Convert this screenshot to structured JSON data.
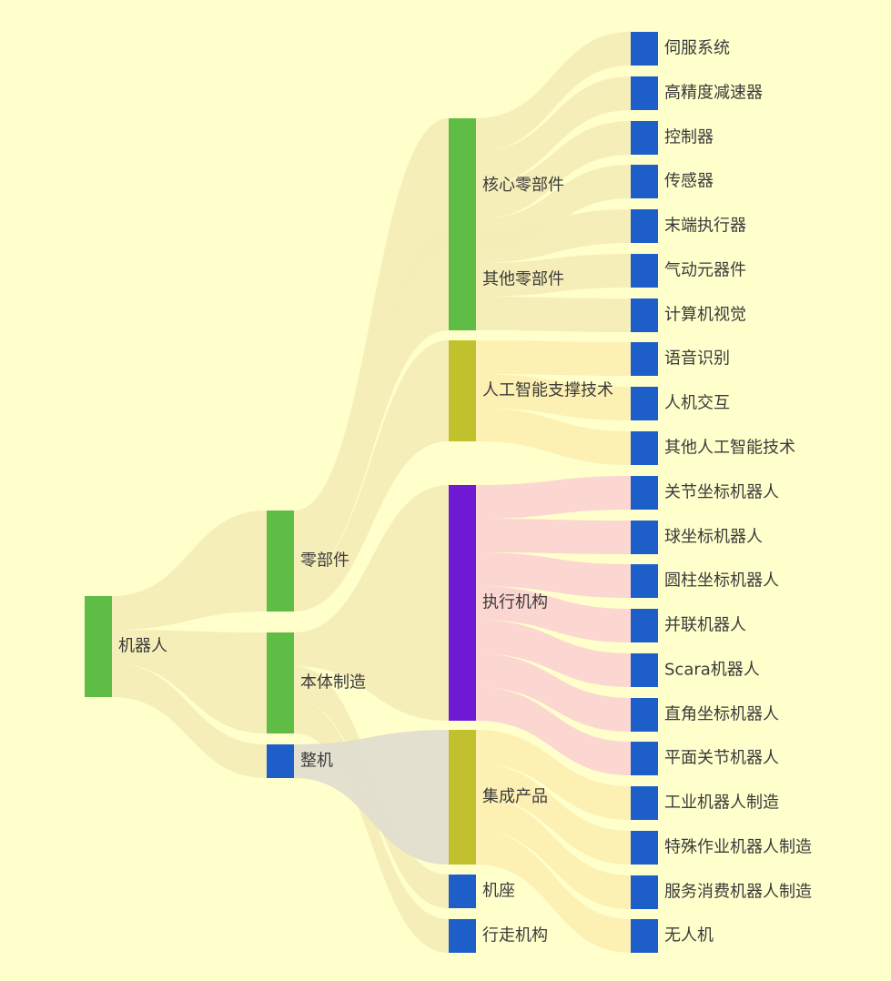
{
  "nodes": [
    {
      "id": "robot",
      "label": "机器人",
      "color": "#5fbd45"
    },
    {
      "id": "parts",
      "label": "零部件",
      "color": "#5fbd45"
    },
    {
      "id": "body",
      "label": "本体制造",
      "color": "#5fbd45"
    },
    {
      "id": "whole",
      "label": "整机",
      "color": "#1d5ec9"
    },
    {
      "id": "core",
      "label": "核心零部件",
      "color": "#5fbd45"
    },
    {
      "id": "other_parts",
      "label": "其他零部件",
      "color": "#5fbd45"
    },
    {
      "id": "ai",
      "label": "人工智能支撑技术",
      "color": "#c0c12c"
    },
    {
      "id": "exec",
      "label": "执行机构",
      "color": "#7019d5"
    },
    {
      "id": "integrated",
      "label": "集成产品",
      "color": "#c0c12c"
    },
    {
      "id": "base",
      "label": "机座",
      "color": "#1d5ec9"
    },
    {
      "id": "walking",
      "label": "行走机构",
      "color": "#1d5ec9"
    },
    {
      "id": "servo",
      "label": "伺服系统",
      "color": "#1d5ec9"
    },
    {
      "id": "reducer",
      "label": "高精度减速器",
      "color": "#1d5ec9"
    },
    {
      "id": "controller",
      "label": "控制器",
      "color": "#1d5ec9"
    },
    {
      "id": "sensor",
      "label": "传感器",
      "color": "#1d5ec9"
    },
    {
      "id": "effector",
      "label": "末端执行器",
      "color": "#1d5ec9"
    },
    {
      "id": "pneumatic",
      "label": "气动元器件",
      "color": "#1d5ec9"
    },
    {
      "id": "vision",
      "label": "计算机视觉",
      "color": "#1d5ec9"
    },
    {
      "id": "speech",
      "label": "语音识别",
      "color": "#1d5ec9"
    },
    {
      "id": "hci",
      "label": "人机交互",
      "color": "#1d5ec9"
    },
    {
      "id": "other_ai",
      "label": "其他人工智能技术",
      "color": "#1d5ec9"
    },
    {
      "id": "joint",
      "label": "关节坐标机器人",
      "color": "#1d5ec9"
    },
    {
      "id": "sphere",
      "label": "球坐标机器人",
      "color": "#1d5ec9"
    },
    {
      "id": "cylinder",
      "label": "圆柱坐标机器人",
      "color": "#1d5ec9"
    },
    {
      "id": "parallel",
      "label": "并联机器人",
      "color": "#1d5ec9"
    },
    {
      "id": "scara",
      "label": "Scara机器人",
      "color": "#1d5ec9"
    },
    {
      "id": "cartesian",
      "label": "直角坐标机器人",
      "color": "#1d5ec9"
    },
    {
      "id": "planar",
      "label": "平面关节机器人",
      "color": "#1d5ec9"
    },
    {
      "id": "industrial",
      "label": "工业机器人制造",
      "color": "#1d5ec9"
    },
    {
      "id": "special",
      "label": "特殊作业机器人制造",
      "color": "#1d5ec9"
    },
    {
      "id": "service",
      "label": "服务消费机器人制造",
      "color": "#1d5ec9"
    },
    {
      "id": "drone",
      "label": "无人机",
      "color": "#1d5ec9"
    }
  ],
  "links": [
    {
      "source": "robot",
      "target": "parts",
      "value": 1
    },
    {
      "source": "robot",
      "target": "body",
      "value": 1
    },
    {
      "source": "robot",
      "target": "whole",
      "value": 1
    },
    {
      "source": "parts",
      "target": "core",
      "value": 1
    },
    {
      "source": "parts",
      "target": "other_parts",
      "value": 1
    },
    {
      "source": "parts",
      "target": "ai",
      "value": 1
    },
    {
      "source": "body",
      "target": "exec",
      "value": 1
    },
    {
      "source": "body",
      "target": "base",
      "value": 1
    },
    {
      "source": "body",
      "target": "walking",
      "value": 1
    },
    {
      "source": "whole",
      "target": "integrated",
      "value": 1
    },
    {
      "source": "core",
      "target": "servo",
      "value": 1
    },
    {
      "source": "core",
      "target": "reducer",
      "value": 1
    },
    {
      "source": "core",
      "target": "controller",
      "value": 1
    },
    {
      "source": "core",
      "target": "sensor",
      "value": 1
    },
    {
      "source": "other_parts",
      "target": "effector",
      "value": 1
    },
    {
      "source": "other_parts",
      "target": "pneumatic",
      "value": 1
    },
    {
      "source": "other_parts",
      "target": "vision",
      "value": 1
    },
    {
      "source": "ai",
      "target": "speech",
      "value": 1
    },
    {
      "source": "ai",
      "target": "hci",
      "value": 1
    },
    {
      "source": "ai",
      "target": "other_ai",
      "value": 1
    },
    {
      "source": "exec",
      "target": "joint",
      "value": 1
    },
    {
      "source": "exec",
      "target": "sphere",
      "value": 1
    },
    {
      "source": "exec",
      "target": "cylinder",
      "value": 1
    },
    {
      "source": "exec",
      "target": "parallel",
      "value": 1
    },
    {
      "source": "exec",
      "target": "scara",
      "value": 1
    },
    {
      "source": "exec",
      "target": "cartesian",
      "value": 1
    },
    {
      "source": "exec",
      "target": "planar",
      "value": 1
    },
    {
      "source": "integrated",
      "target": "industrial",
      "value": 1
    },
    {
      "source": "integrated",
      "target": "special",
      "value": 1
    },
    {
      "source": "integrated",
      "target": "service",
      "value": 1
    },
    {
      "source": "integrated",
      "target": "drone",
      "value": 1
    }
  ]
}
